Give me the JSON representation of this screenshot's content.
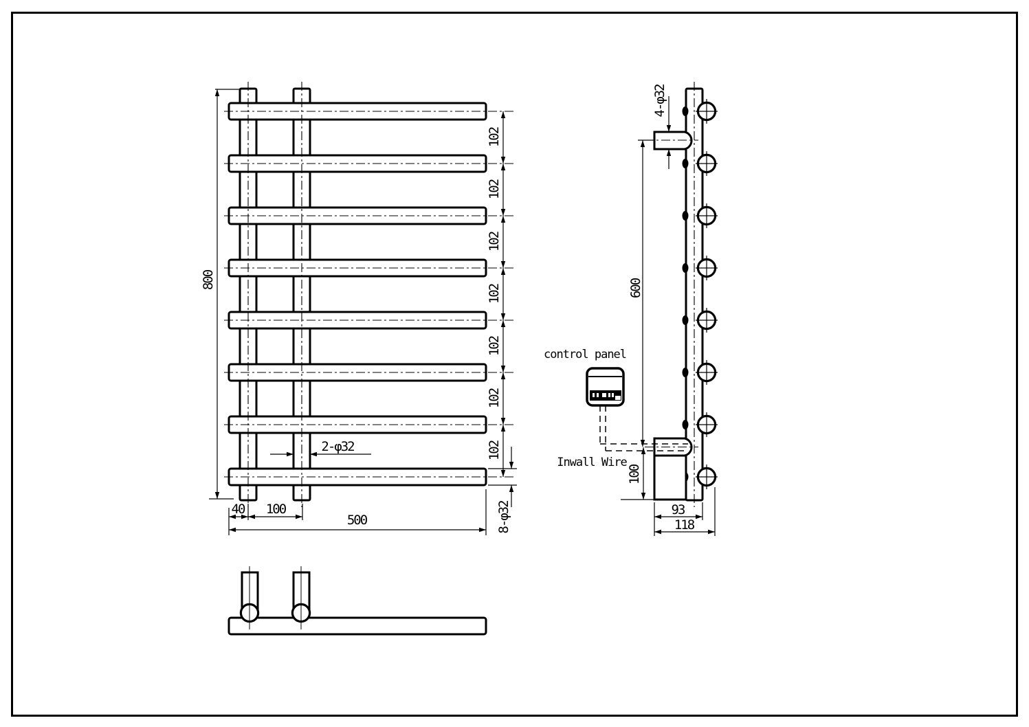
{
  "drawing": {
    "front_view": {
      "height": "800",
      "width": "500",
      "post_offset": "40",
      "post_spacing": "100",
      "bar_spacings": [
        "102",
        "102",
        "102",
        "102",
        "102",
        "102",
        "102"
      ],
      "post_count_diameter": "2-φ32",
      "bar_count_diameter": "8-φ32"
    },
    "side_view": {
      "stub_spacing": "600",
      "stub_count_diameter": "4-φ32",
      "bottom_offset": "100",
      "body_depth": "93",
      "total_depth": "118",
      "control_panel_label": "control panel",
      "wire_label": "Inwall Wire"
    }
  },
  "colors": {
    "line": "#000000",
    "background": "#ffffff"
  }
}
